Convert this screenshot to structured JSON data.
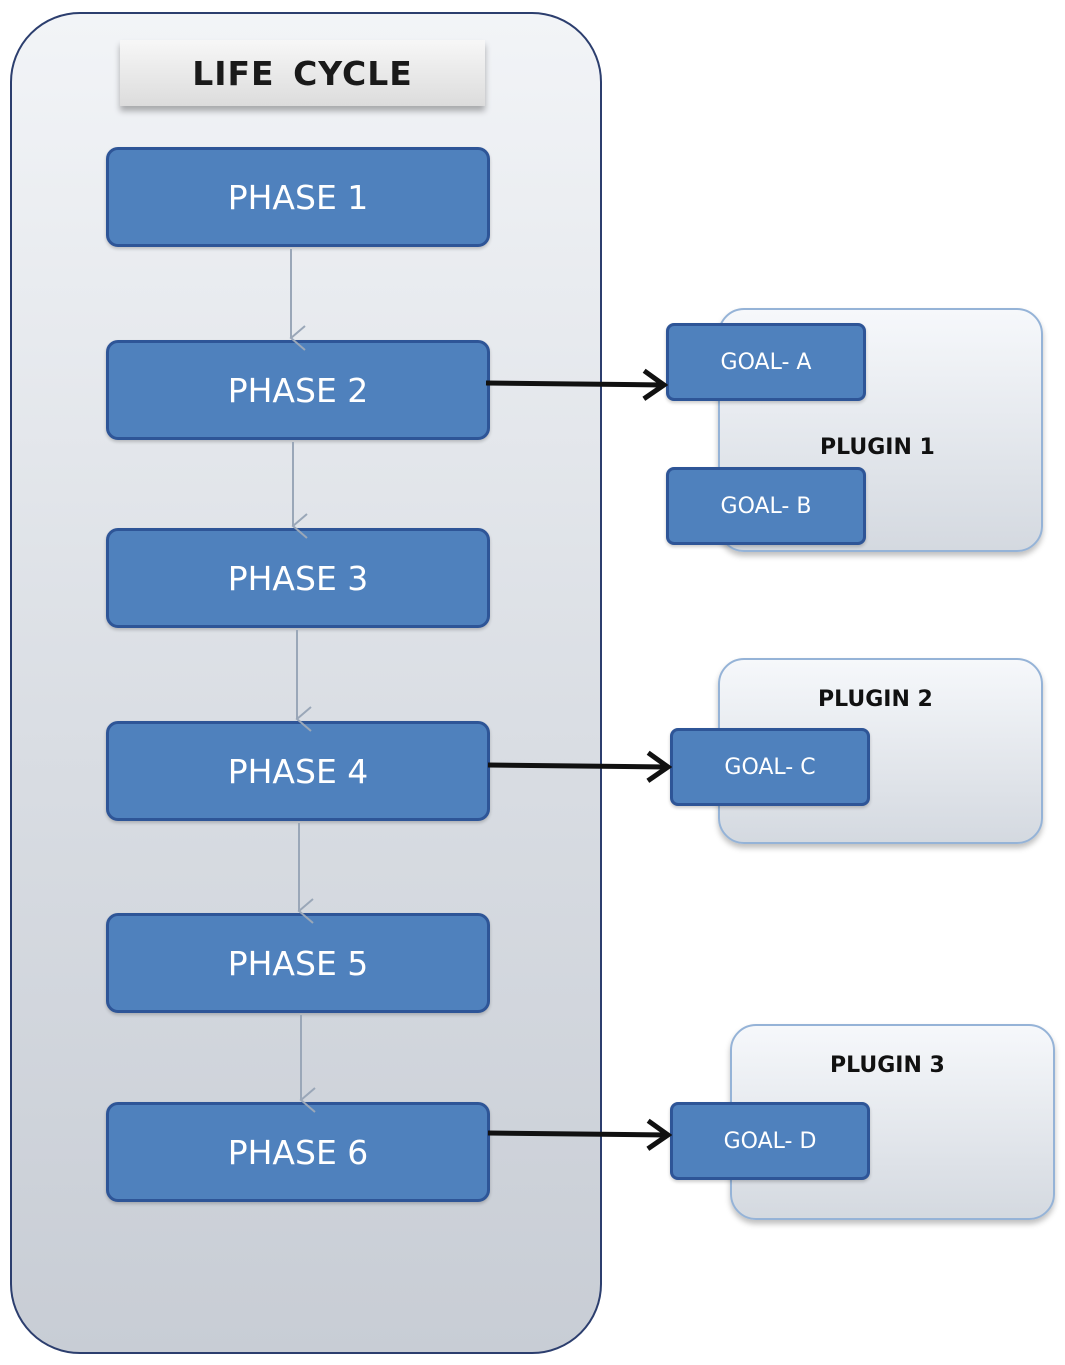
{
  "lifecycle": {
    "title": "LIFE CYCLE",
    "phases": [
      {
        "label": "PHASE 1"
      },
      {
        "label": "PHASE 2"
      },
      {
        "label": "PHASE 3"
      },
      {
        "label": "PHASE 4"
      },
      {
        "label": "PHASE 5"
      },
      {
        "label": "PHASE 6"
      }
    ]
  },
  "plugins": [
    {
      "label": "PLUGIN 1",
      "goals": [
        {
          "label": "GOAL- A"
        },
        {
          "label": "GOAL- B"
        }
      ]
    },
    {
      "label": "PLUGIN 2",
      "goals": [
        {
          "label": "GOAL- C"
        }
      ]
    },
    {
      "label": "PLUGIN 3",
      "goals": [
        {
          "label": "GOAL- D"
        }
      ]
    }
  ],
  "colors": {
    "phase_fill": "#4f81bd",
    "phase_border": "#2e5597",
    "connector_thin": "#9aa7b8",
    "connector_bold": "#111111"
  }
}
